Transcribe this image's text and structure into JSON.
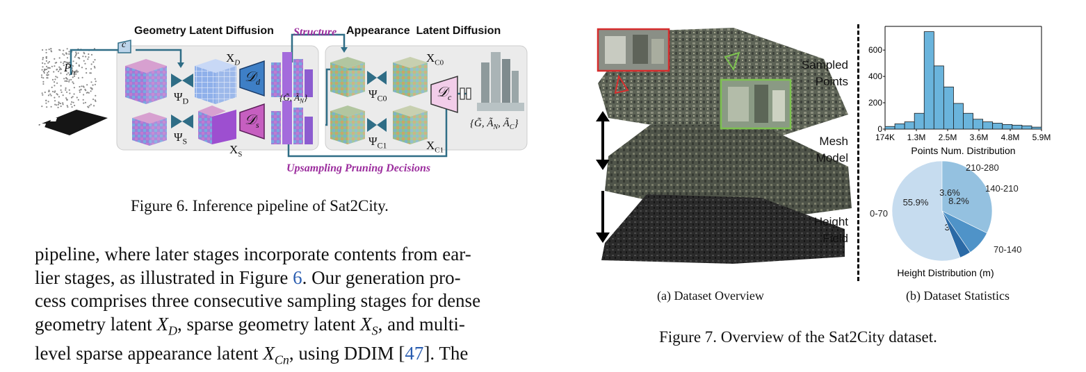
{
  "figure6": {
    "caption": "Figure 6. Inference pipeline of Sat2City.",
    "titles": {
      "geometry": "Geometry Latent Diffusion",
      "structure": "Structure",
      "appearance": "Appearance  Latent Diffusion",
      "upsampling": "Upsampling Pruning Decisions"
    },
    "labels": {
      "ph": "P",
      "ph_sub": "h",
      "c": "c",
      "psi_d": "Ψ",
      "psi_d_sub": "D",
      "psi_s": "Ψ",
      "psi_s_sub": "S",
      "xd": "X",
      "xd_sub": "D",
      "xs": "X",
      "xs_sub": "S",
      "dd": "𝒟",
      "dd_sub": "d",
      "ds": "𝒟",
      "ds_sub": "s",
      "gan": "{G̃, Ã",
      "gan_sub": "N",
      "gan_end": "}",
      "psi_c0": "Ψ",
      "psi_c0_sub": "C0",
      "psi_c1": "Ψ",
      "psi_c1_sub": "C1",
      "xc0": "X",
      "xc0_sub": "C0",
      "xc1": "X",
      "xc1_sub": "C1",
      "dc": "𝒟",
      "dc_sub": "c",
      "final": "{G̃, Ã",
      "final_sub1": "N",
      "final_mid": ", Ã",
      "final_sub2": "C",
      "final_end": "}"
    }
  },
  "body": {
    "line1": "pipeline, where later stages incorporate contents from ear-",
    "line2_a": "lier stages, as illustrated in Figure ",
    "line2_ref": "6",
    "line2_b": ".  Our generation pro-",
    "line3": "cess comprises three consecutive sampling stages for dense",
    "line4_a": "geometry latent ",
    "line4_x": "X",
    "line4_xsub": "D",
    "line4_b": ", sparse geometry latent ",
    "line4_x2": "X",
    "line4_x2sub": "S",
    "line4_c": ", and multi-",
    "line5_a": "level sparse appearance latent ",
    "line5_x": "X",
    "line5_xsub": "Cn",
    "line5_b": ", using DDIM [",
    "line5_ref": "47",
    "line5_c": "]. The"
  },
  "figure7": {
    "caption": "Figure 7. Overview of the Sat2City dataset.",
    "sub_a": "(a) Dataset Overview",
    "sub_b": "(b) Dataset Statistics",
    "layer_labels": [
      [
        "Sampled",
        "Points"
      ],
      [
        "Mesh",
        "Model"
      ],
      [
        "Height",
        "Field"
      ]
    ]
  },
  "chart_data": [
    {
      "type": "bar",
      "xlabel": "Points Num. Distribution",
      "x_tick_labels": [
        "174K",
        "1.3M",
        "2.5M",
        "3.6M",
        "4.8M",
        "5.9M"
      ],
      "y_ticks": [
        0,
        200,
        400,
        600
      ],
      "ylim": [
        0,
        780
      ],
      "values": [
        20,
        40,
        55,
        120,
        740,
        480,
        320,
        195,
        120,
        75,
        55,
        45,
        35,
        30,
        25,
        15
      ],
      "color": "#6ab4dc",
      "edge_color": "#1a1a1a"
    },
    {
      "type": "pie",
      "xlabel": "Height Distribution (m)",
      "slices": [
        {
          "label": "0-70",
          "value": 55.9,
          "pct_label": "55.9%",
          "color": "#c6dcef"
        },
        {
          "label": "70-140",
          "value": 32.3,
          "pct_label": "32.3%",
          "color": "#94c1e0"
        },
        {
          "label": "140-210",
          "value": 8.2,
          "pct_label": "8.2%",
          "color": "#4f93c8"
        },
        {
          "label": "210-280",
          "value": 3.6,
          "pct_label": "3.6%",
          "color": "#2b6aa6"
        }
      ]
    }
  ],
  "colors": {
    "teal": "#2f6d86",
    "purple": "#9b2c9d",
    "blue_box": "#3e7fc6",
    "pink_box": "#c65fc0",
    "dc_box": "#f2cde9",
    "red_frame": "#d62c2c",
    "green_frame": "#7cc24f"
  }
}
